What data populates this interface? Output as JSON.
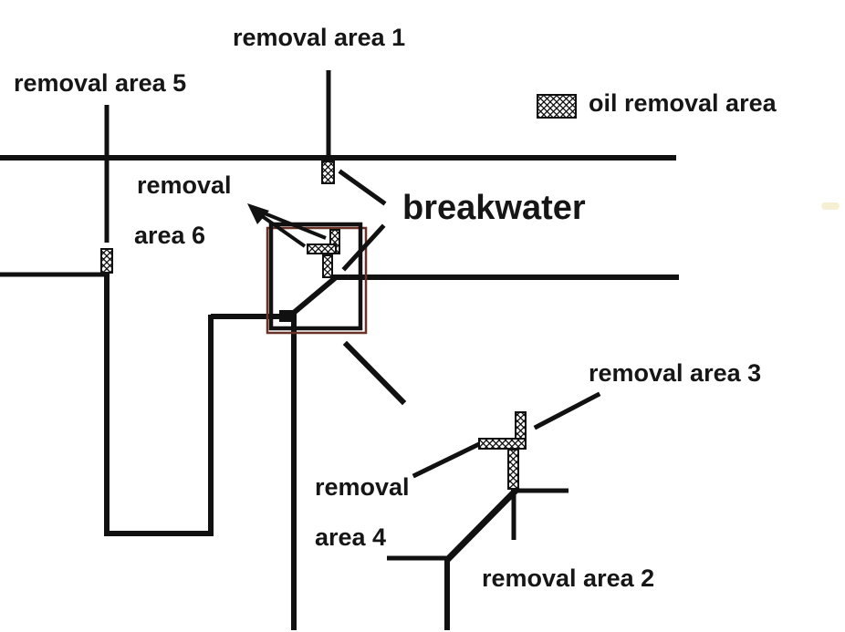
{
  "diagram": {
    "labels": {
      "area1": "removal area 1",
      "area2": "removal area 2",
      "area3": "removal area 3",
      "area4_line1": "removal",
      "area4_line2": "area 4",
      "area5": "removal area 5",
      "area6_line1": "removal",
      "area6_line2": "area 6",
      "breakwater": "breakwater"
    },
    "legend": {
      "swatch_icon": "crosshatch-swatch",
      "label": "oil removal area"
    },
    "colors": {
      "line": "#111111",
      "box_accent": "#6a3126",
      "text": "#161616",
      "background": "#ffffff"
    }
  }
}
